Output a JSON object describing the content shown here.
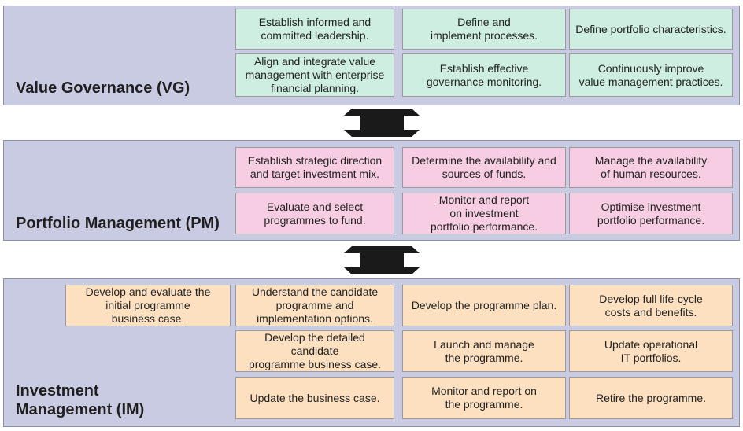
{
  "vg": {
    "title": "Value Governance (VG)",
    "cells": [
      "Establish informed and\ncommitted leadership.",
      "Define and\nimplement processes.",
      "Define portfolio characteristics.",
      "Align and integrate value\nmanagement with enterprise\nfinancial planning.",
      "Establish effective\ngovernance monitoring.",
      "Continuously improve\nvalue management practices."
    ]
  },
  "pm": {
    "title": "Portfolio Management (PM)",
    "cells": [
      "Establish strategic direction\nand target investment mix.",
      "Determine the availability and\nsources of funds.",
      "Manage the availability\nof human resources.",
      "Evaluate and select\nprogrammes to fund.",
      "Monitor and report\non investment\nportfolio performance.",
      "Optimise investment\nportfolio performance."
    ]
  },
  "im": {
    "title": "Investment\nManagement (IM)",
    "cells": [
      "Develop and evaluate the\ninitial programme\nbusiness case.",
      "Understand the candidate\nprogramme and\nimplementation options.",
      "Develop the programme plan.",
      "Develop full life-cycle\ncosts and benefits.",
      "Develop the detailed candidate\nprogramme business case.",
      "Launch and manage\nthe programme.",
      "Update operational\nIT portfolios.",
      "Update the business case.",
      "Monitor and report on\nthe programme.",
      "Retire the programme."
    ]
  },
  "colors": {
    "band": "#c9cbe3",
    "vg_cell": "#cdeee0",
    "pm_cell": "#f6cde3",
    "im_cell": "#fde0c0",
    "arrow": "#1a1a1a"
  }
}
